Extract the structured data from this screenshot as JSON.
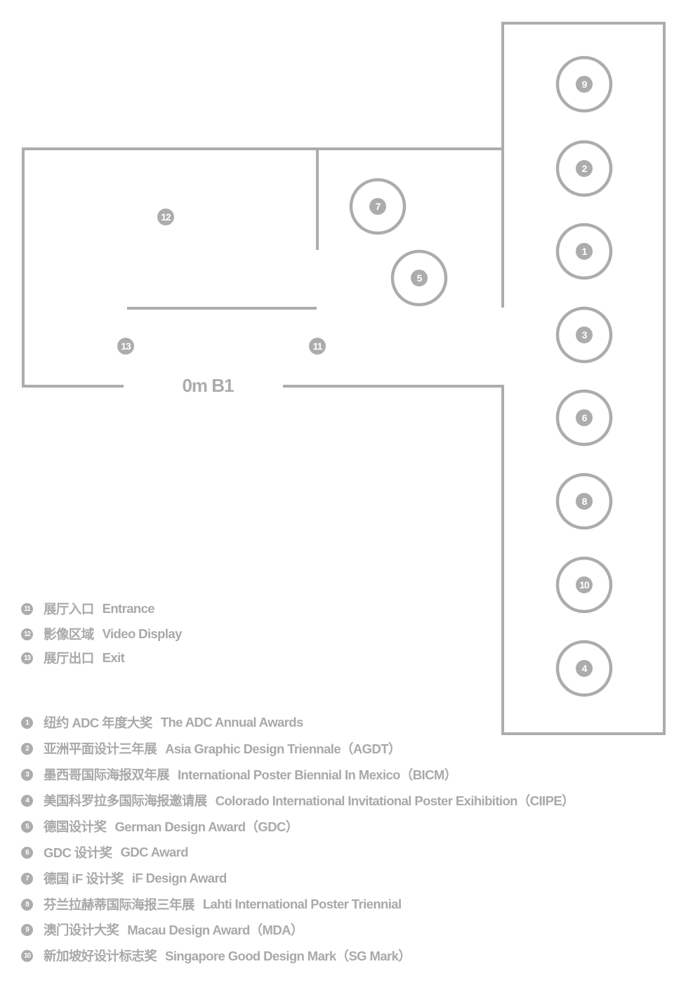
{
  "floor_label": "0m B1",
  "colors": {
    "line": "#acacac",
    "text": "#a9a9a9"
  },
  "plan_markers": [
    {
      "num": "9"
    },
    {
      "num": "2"
    },
    {
      "num": "1"
    },
    {
      "num": "3"
    },
    {
      "num": "6"
    },
    {
      "num": "8"
    },
    {
      "num": "10"
    },
    {
      "num": "4"
    },
    {
      "num": "7"
    },
    {
      "num": "5"
    }
  ],
  "plan_points": [
    {
      "num": "12"
    },
    {
      "num": "13"
    },
    {
      "num": "11"
    }
  ],
  "facilities": [
    {
      "num": "11",
      "cn": "展厅入口",
      "en": "Entrance"
    },
    {
      "num": "12",
      "cn": "影像区域",
      "en": "Video Display"
    },
    {
      "num": "13",
      "cn": "展厅出口",
      "en": "Exit"
    }
  ],
  "exhibitions": [
    {
      "num": "1",
      "cn": "纽约 ADC 年度大奖",
      "en": "The ADC Annual Awards"
    },
    {
      "num": "2",
      "cn": "亚洲平面设计三年展",
      "en": "Asia Graphic Design Triennale（AGDT）"
    },
    {
      "num": "3",
      "cn": "墨西哥国际海报双年展",
      "en": "International Poster Biennial In Mexico（BICM）"
    },
    {
      "num": "4",
      "cn": "美国科罗拉多国际海报邀请展",
      "en": "Colorado International Invitational Poster Exihibition（CIIPE）"
    },
    {
      "num": "5",
      "cn": "德国设计奖",
      "en": "German Design Award（GDC）"
    },
    {
      "num": "6",
      "cn": "GDC 设计奖",
      "en": "GDC Award"
    },
    {
      "num": "7",
      "cn": "德国 iF 设计奖",
      "en": "iF Design Award"
    },
    {
      "num": "8",
      "cn": "芬兰拉赫蒂国际海报三年展",
      "en": "Lahti International Poster Triennial"
    },
    {
      "num": "9",
      "cn": "澳门设计大奖",
      "en": "Macau Design Award（MDA）"
    },
    {
      "num": "10",
      "cn": "新加坡好设计标志奖",
      "en": "Singapore Good Design Mark（SG Mark）"
    }
  ]
}
